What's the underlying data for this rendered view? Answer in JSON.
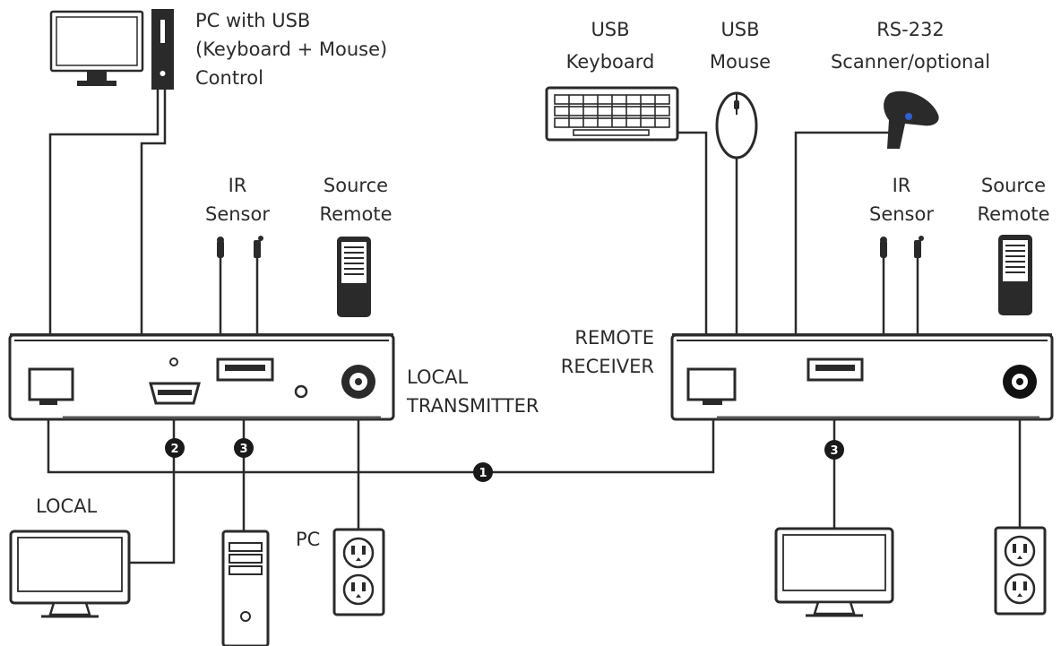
{
  "labels": {
    "pc_usb": [
      "PC with USB",
      "(Keyboard + Mouse)",
      "Control"
    ],
    "ir_sensor_left": [
      "IR",
      "Sensor"
    ],
    "source_remote_left": [
      "Source",
      "Remote"
    ],
    "usb_keyboard": [
      "USB",
      "Keyboard"
    ],
    "usb_mouse": [
      "USB",
      "Mouse"
    ],
    "rs232": [
      "RS-232",
      "Scanner/optional"
    ],
    "ir_sensor_right": [
      "IR",
      "Sensor"
    ],
    "source_remote_right": [
      "Source",
      "Remote"
    ],
    "local_transmitter": [
      "LOCAL",
      "TRANSMITTER"
    ],
    "remote_receiver": [
      "REMOTE",
      "RECEIVER"
    ],
    "local": "LOCAL",
    "pc": "PC"
  },
  "connections": [
    {
      "number": "1",
      "link": "local-transmitter to remote-receiver"
    },
    {
      "number": "2",
      "link": "local-transmitter to local-monitor"
    },
    {
      "number": "3",
      "link": "local-transmitter to pc-tower"
    },
    {
      "number": "3",
      "link": "remote-receiver to remote-monitor"
    }
  ],
  "colors": {
    "line": "#2a2a2a",
    "device_fill": "#ffffff",
    "badge": "#1a1a1a",
    "scanner_accent": "#2f5fd0"
  }
}
